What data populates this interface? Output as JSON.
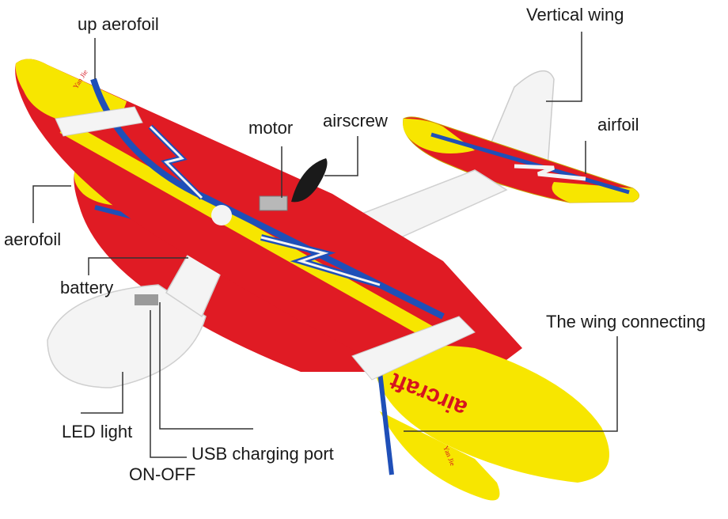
{
  "labels": {
    "up_aerofoil": "up aerofoil",
    "vertical_wing": "Vertical wing",
    "motor": "motor",
    "airscrew": "airscrew",
    "airfoil": "airfoil",
    "aerofoil": "aerofoil",
    "battery": "battery",
    "wing_connecting": "The wing connecting",
    "led_light": "LED light",
    "usb_port": "USB charging port",
    "on_off": "ON-OFF"
  },
  "decals": {
    "wing_text": "aircraft",
    "brand_text": "Yan Jie"
  },
  "colors": {
    "red": "#e01b24",
    "yellow": "#f7e600",
    "blue": "#1f4fb8",
    "white": "#f4f4f4",
    "leader": "#333333"
  }
}
